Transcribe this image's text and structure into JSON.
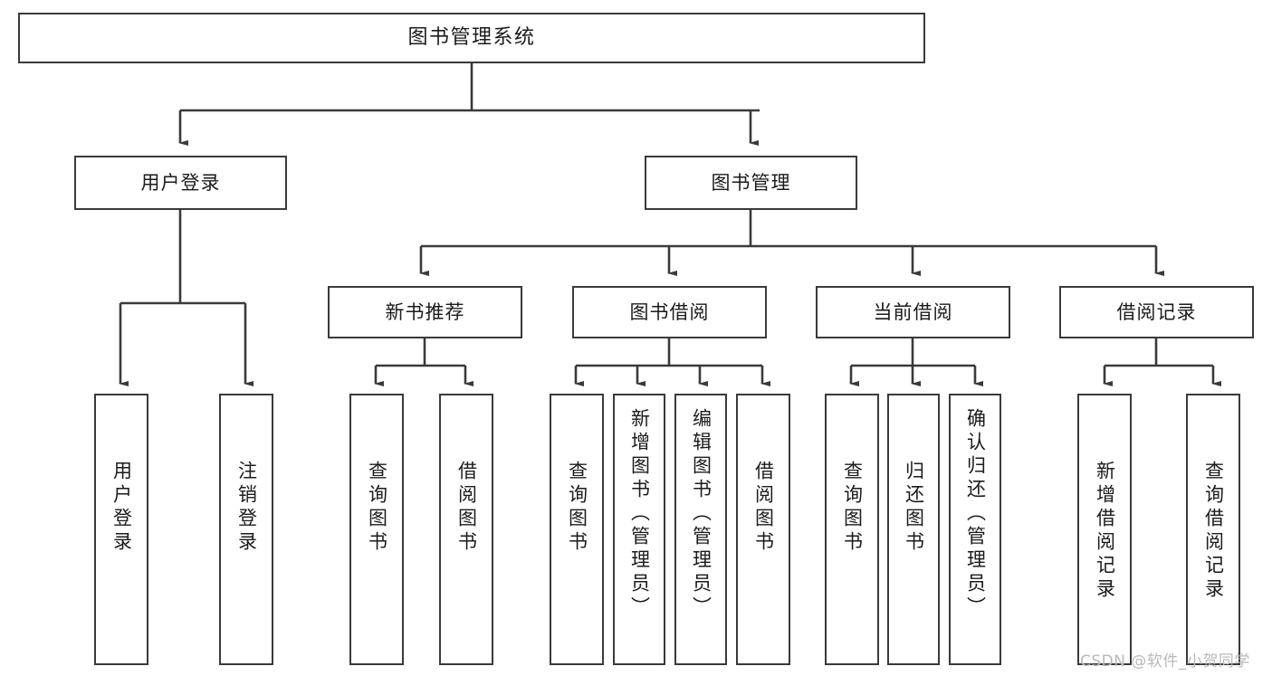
{
  "diagram": {
    "title": "图书管理系统",
    "type": "tree-hierarchy-chart",
    "root": {
      "label": "图书管理系统"
    },
    "level2": [
      {
        "label": "用户登录"
      },
      {
        "label": "图书管理"
      }
    ],
    "level3": [
      {
        "label": "新书推荐"
      },
      {
        "label": "图书借阅"
      },
      {
        "label": "当前借阅"
      },
      {
        "label": "借阅记录"
      }
    ],
    "leaves": {
      "user_login": [
        {
          "label": "用户登录"
        },
        {
          "label": "注销登录"
        }
      ],
      "new_book_recommend": [
        {
          "label": "查询图书"
        },
        {
          "label": "借阅图书"
        }
      ],
      "book_borrow": [
        {
          "label": "查询图书"
        },
        {
          "label": "新增图书（管理员）"
        },
        {
          "label": "编辑图书（管理员）"
        },
        {
          "label": "借阅图书"
        }
      ],
      "current_borrow": [
        {
          "label": "查询图书"
        },
        {
          "label": "归还图书"
        },
        {
          "label": "确认归还（管理员）"
        }
      ],
      "borrow_record": [
        {
          "label": "新增借阅记录"
        },
        {
          "label": "查询借阅记录"
        }
      ]
    }
  },
  "watermark": {
    "text": "CSDN @软件_小贺同学"
  },
  "colors": {
    "stroke": "#3a3a3a",
    "text": "#1b1b1b",
    "background": "#ffffff",
    "watermark": "#b9b9b9"
  }
}
